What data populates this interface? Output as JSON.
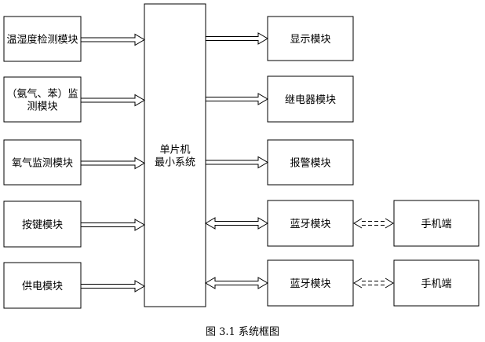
{
  "diagram": {
    "left_modules": [
      {
        "lines": [
          "温湿度检测模块"
        ]
      },
      {
        "lines": [
          "（氨气、苯）监",
          "测模块"
        ]
      },
      {
        "lines": [
          "氧气监测模块"
        ]
      },
      {
        "lines": [
          "按键模块"
        ]
      },
      {
        "lines": [
          "供电模块"
        ]
      }
    ],
    "mcu": {
      "lines": [
        "单片机",
        "最小系统"
      ]
    },
    "right_modules": [
      {
        "lines": [
          "显示模块"
        ],
        "link": "out"
      },
      {
        "lines": [
          "继电器模块"
        ],
        "link": "out"
      },
      {
        "lines": [
          "报警模块"
        ],
        "link": "out"
      },
      {
        "lines": [
          "蓝牙模块"
        ],
        "link": "both"
      },
      {
        "lines": [
          "蓝牙模块"
        ],
        "link": "both"
      }
    ],
    "phones": [
      {
        "lines": [
          "手机端"
        ]
      },
      {
        "lines": [
          "手机端"
        ]
      }
    ]
  },
  "caption": "图 3.1  系统框图"
}
